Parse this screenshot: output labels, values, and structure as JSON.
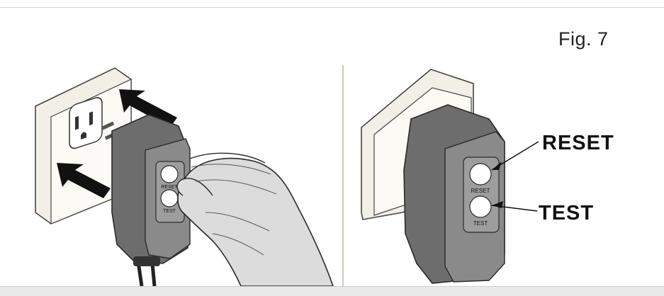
{
  "figure": {
    "label": "Fig. 7",
    "callouts": {
      "reset": "RESET",
      "test": "TEST"
    },
    "device_labels": {
      "reset": "RESET",
      "test": "TEST"
    }
  },
  "colors": {
    "device_body": "#6d6d6d",
    "device_face": "#8a8a8a",
    "outlet_plate": "#f2efe6",
    "hand_fill": "#d9d9d9",
    "arrow": "#111111",
    "divider": "#b9b9a8"
  },
  "icons": [
    "arrow-icon",
    "outlet-icon",
    "gfci-plug-icon",
    "hand-icon"
  ]
}
